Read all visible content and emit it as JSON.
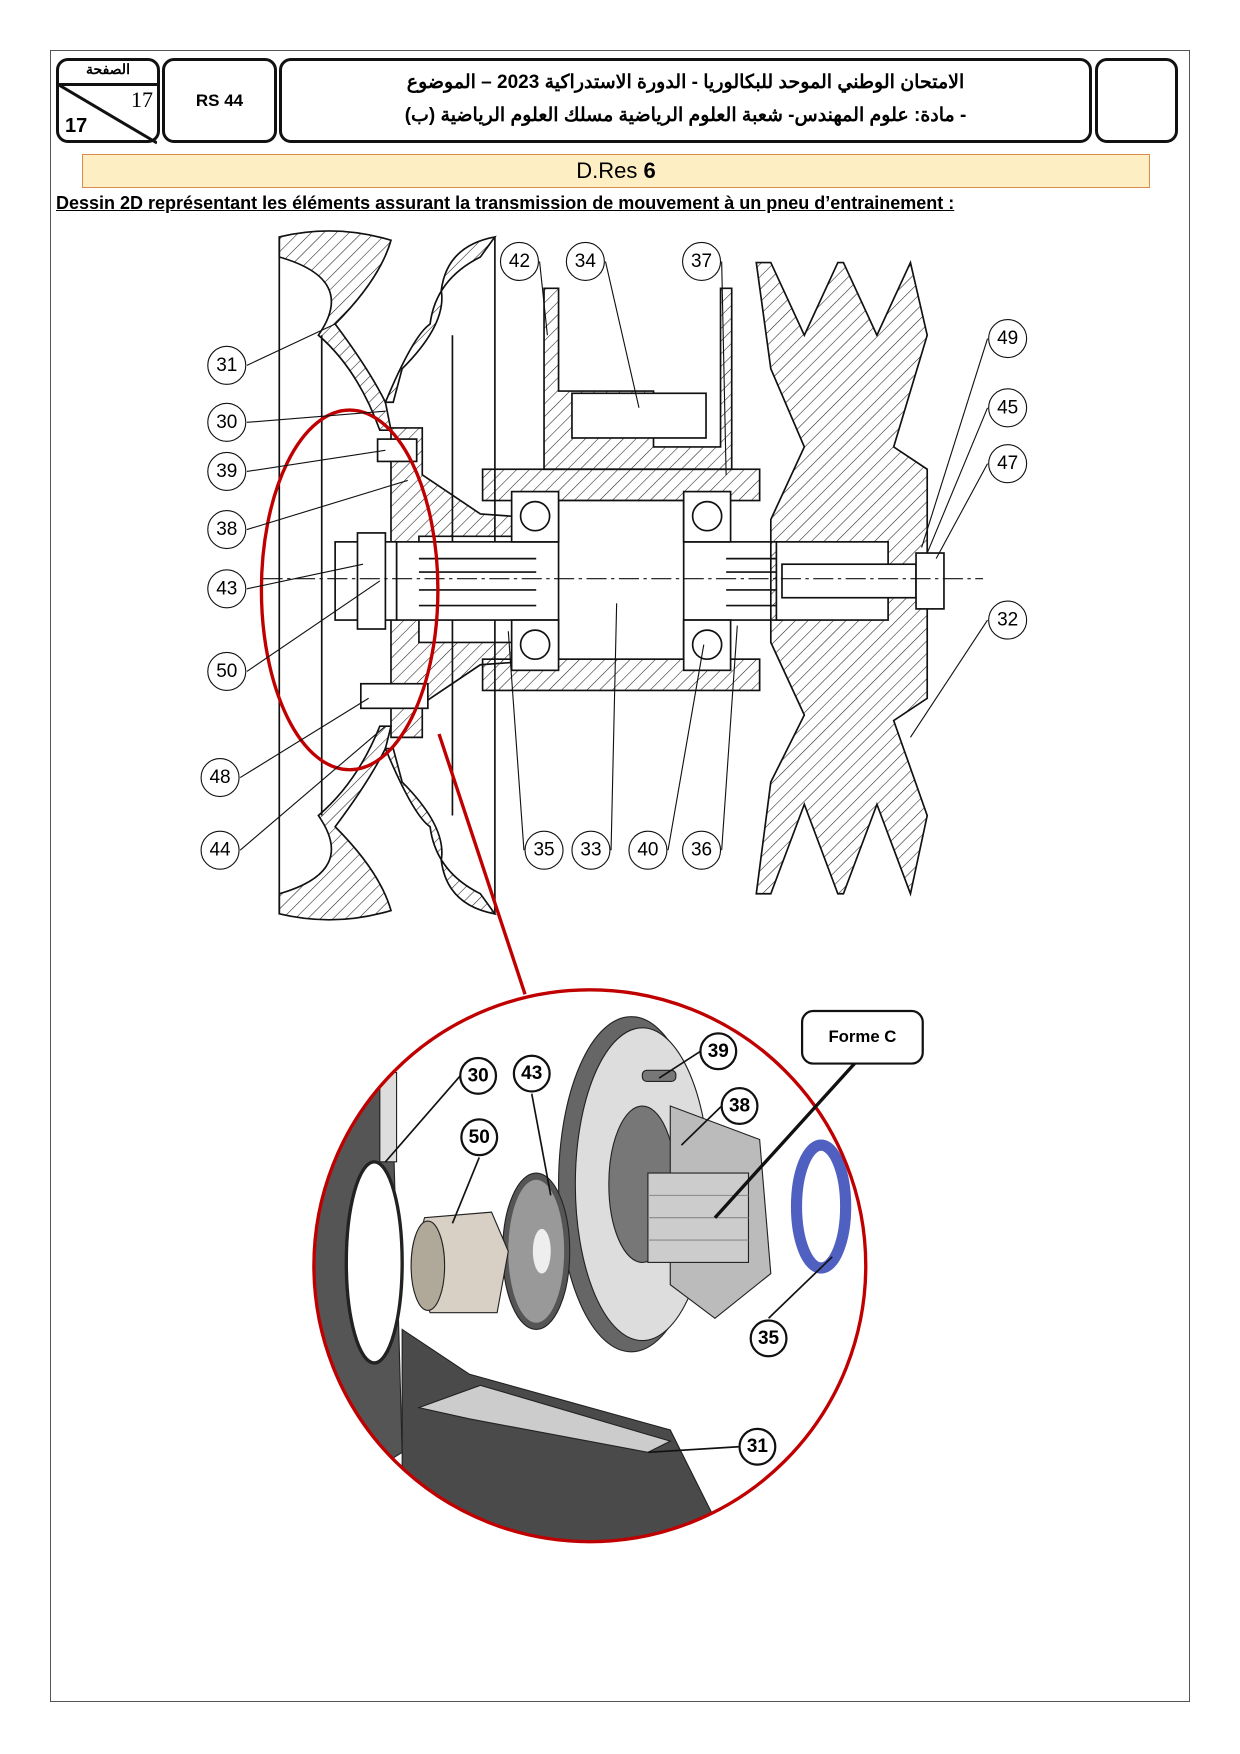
{
  "header": {
    "page_label": "الصفحة",
    "page_number": "17",
    "page_total": "17",
    "code": "RS 44",
    "title_line1": "الامتحان الوطني الموحد للبكالوريا - الدورة الاستدراكية 2023 – الموضوع",
    "title_line2": "- مادة: علوم المهندس- شعبة العلوم الرياضية مسلك العلوم الرياضية (ب)"
  },
  "banner": {
    "prefix": "D.Res ",
    "number": "6"
  },
  "subtitle": "Dessin 2D représentant les éléments assurant la transmission de mouvement à un pneu d’entrainement :",
  "drawing_2d": {
    "callouts": [
      "31",
      "30",
      "39",
      "38",
      "43",
      "50",
      "48",
      "44",
      "42",
      "34",
      "37",
      "49",
      "45",
      "47",
      "32",
      "35",
      "33",
      "40",
      "36"
    ]
  },
  "drawing_3d": {
    "callouts": [
      "30",
      "43",
      "50",
      "39",
      "38",
      "35",
      "31"
    ],
    "note": "Forme C"
  },
  "colors": {
    "highlight": "#c00000",
    "banner_bg": "#fdeec3",
    "seal_ring": "#5060c0"
  }
}
